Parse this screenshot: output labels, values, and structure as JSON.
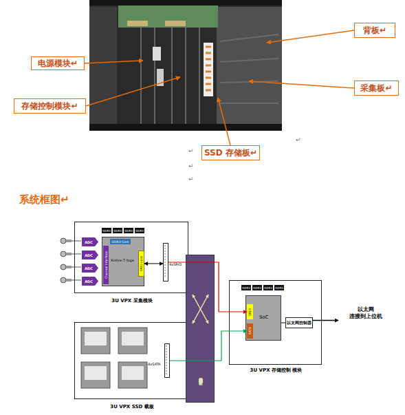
{
  "diagram": {
    "title": "系统框图↵",
    "nodes": [
      {
        "text": [
          "电源模块↵"
        ]
      },
      {
        "text": [
          "存储控制模块↵"
        ]
      },
      {
        "text": [
          "SSD 存储板↵"
        ]
      },
      {
        "text": [
          "背板↵"
        ]
      },
      {
        "text": [
          "采集板↵"
        ]
      },
      {
        "text": [
          "3U VPX 采集模块"
        ]
      },
      {
        "text": [
          "ADC"
        ],
        "in": 5
      },
      {
        "text": [
          "ADC"
        ],
        "in": 5
      },
      {
        "text": [
          "ADC"
        ],
        "in": 5
      },
      {
        "text": [
          "ADC"
        ],
        "in": 5
      },
      {
        "text": [
          "Kintex-7 fpga"
        ],
        "in": 5
      },
      {
        "text": [
          "DDR3 Core"
        ],
        "in": 10
      },
      {
        "text": [
          "Channel Interface"
        ],
        "in": 10
      },
      {
        "text": [
          "SRIO core"
        ],
        "in": 10
      },
      {
        "text": [
          "DDR3"
        ],
        "in": 5
      },
      {
        "text": [
          "DDR3"
        ],
        "in": 5
      },
      {
        "text": [
          "DDR3"
        ],
        "in": 5
      },
      {
        "text": [
          "DDR3"
        ],
        "in": 5
      },
      {
        "text": [
          "4xSRIO"
        ],
        "in": 5
      },
      {
        "text": [
          "3U VPX SSD 载板"
        ]
      },
      {
        "text": [
          "4xSATA"
        ],
        "in": 19
      },
      {
        "text": [
          "专用数据背板"
        ]
      },
      {
        "text": [
          "3U VPX 存储控制 模块"
        ]
      },
      {
        "text": [
          "DDR3"
        ],
        "in": 22
      },
      {
        "text": [
          "DDR3"
        ],
        "in": 22
      },
      {
        "text": [
          "DDR3"
        ],
        "in": 22
      },
      {
        "text": [
          "DDR3"
        ],
        "in": 22
      },
      {
        "text": [
          "SoC"
        ],
        "in": 22
      },
      {
        "text": [
          "SRIO"
        ],
        "in": 27
      },
      {
        "text": [
          "SATA"
        ],
        "in": 27
      },
      {
        "text": [
          "以太网控制器"
        ],
        "in": 22
      },
      {
        "text": [
          "以太网 连接到上位机"
        ]
      }
    ],
    "edges": [
      {
        "from": 13,
        "to": 18,
        "arrow": "both"
      },
      {
        "from": 18,
        "to": 28,
        "arrow": "to"
      },
      {
        "from": 20,
        "to": 29,
        "arrow": "to"
      },
      {
        "from": 27,
        "to": 30,
        "arrow": "none"
      },
      {
        "from": 30,
        "to": 31,
        "arrow": "to"
      }
    ],
    "labels": [
      "↵",
      "↵",
      "↵",
      "↵"
    ]
  }
}
